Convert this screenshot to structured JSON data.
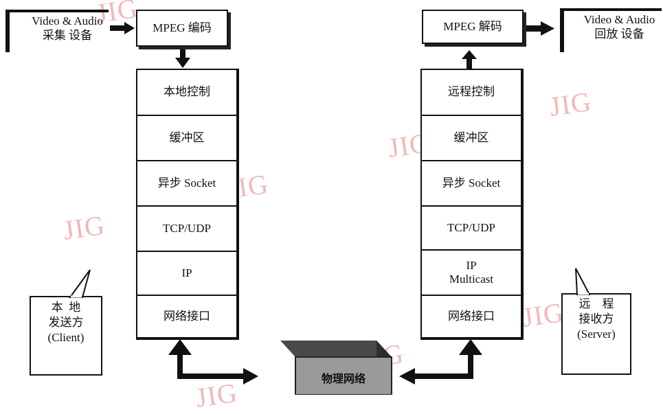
{
  "watermark": "JIG",
  "client": {
    "device": [
      "Video & Audio",
      "采集  设备"
    ],
    "encoder": "MPEG 编码",
    "layers": [
      "本地控制",
      "缓冲区",
      "异步  Socket",
      "TCP/UDP",
      "IP",
      "网络接口"
    ],
    "callout": "本  地\n发送方\n(Client)"
  },
  "server": {
    "device": [
      "Video & Audio",
      "回放  设备"
    ],
    "decoder": "MPEG 解码",
    "layers": [
      "远程控制",
      "缓冲区",
      "异步  Socket",
      "TCP/UDP",
      "IP\nMulticast",
      "网络接口"
    ],
    "callout": "远    程\n接收方\n(Server)"
  },
  "network": {
    "label": "物理网络"
  }
}
